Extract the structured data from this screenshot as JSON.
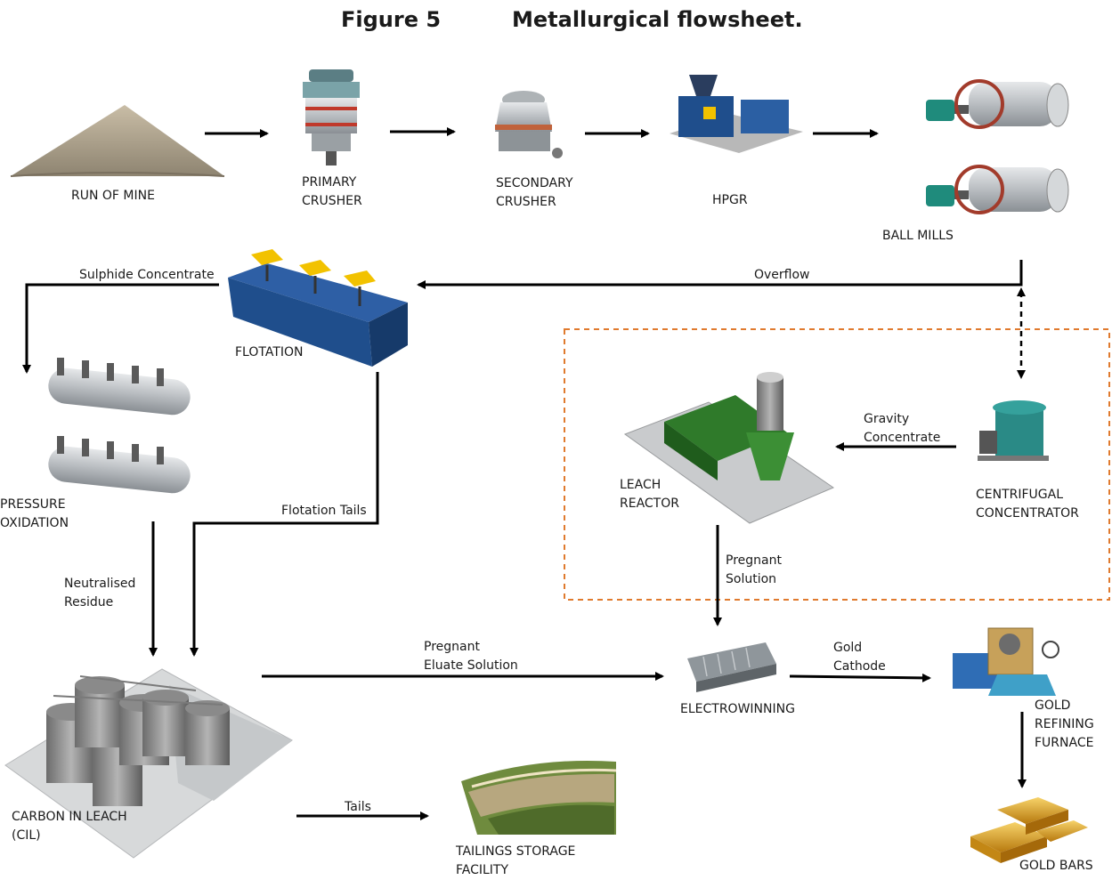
{
  "figure": {
    "number": "Figure 5",
    "title": "Metallurgical flowsheet."
  },
  "stages": {
    "run_of_mine": [
      "RUN OF MINE"
    ],
    "primary_crusher": [
      "PRIMARY",
      "CRUSHER"
    ],
    "secondary_crusher": [
      "SECONDARY",
      "CRUSHER"
    ],
    "hpgr": [
      "HPGR"
    ],
    "ball_mills": [
      "BALL MILLS"
    ],
    "flotation": [
      "FLOTATION"
    ],
    "pressure_oxidation": [
      "PRESSURE",
      "OXIDATION"
    ],
    "leach_reactor": [
      "LEACH",
      "REACTOR"
    ],
    "centrifugal_concentrator": [
      "CENTRIFUGAL",
      "CONCENTRATOR"
    ],
    "electrowinning": [
      "ELECTROWINNING"
    ],
    "gold_refining_furnace": [
      "GOLD",
      "REFINING",
      "FURNACE"
    ],
    "carbon_in_leach": [
      "CARBON IN LEACH",
      "(CIL)"
    ],
    "tailings_storage": [
      "TAILINGS STORAGE",
      "FACILITY"
    ],
    "gold_bars": [
      "GOLD BARS"
    ]
  },
  "flows": {
    "sulphide_concentrate": [
      "Sulphide Concentrate"
    ],
    "overflow": [
      "Overflow"
    ],
    "flotation_tails": [
      "Flotation Tails"
    ],
    "neutralised_residue": [
      "Neutralised",
      "Residue"
    ],
    "gravity_concentrate": [
      "Gravity",
      "Concentrate"
    ],
    "pregnant_solution": [
      "Pregnant",
      "Solution"
    ],
    "pregnant_eluate": [
      "Pregnant",
      "Eluate Solution"
    ],
    "gold_cathode": [
      "Gold",
      "Cathode"
    ],
    "tails": [
      "Tails"
    ]
  },
  "colors": {
    "arrow": "#000000",
    "gravity_circuit_border": "#e07a2e",
    "equipment_blue": "#1f4e8c",
    "equipment_yellow": "#f2c200",
    "gold": "#d9a21b"
  }
}
